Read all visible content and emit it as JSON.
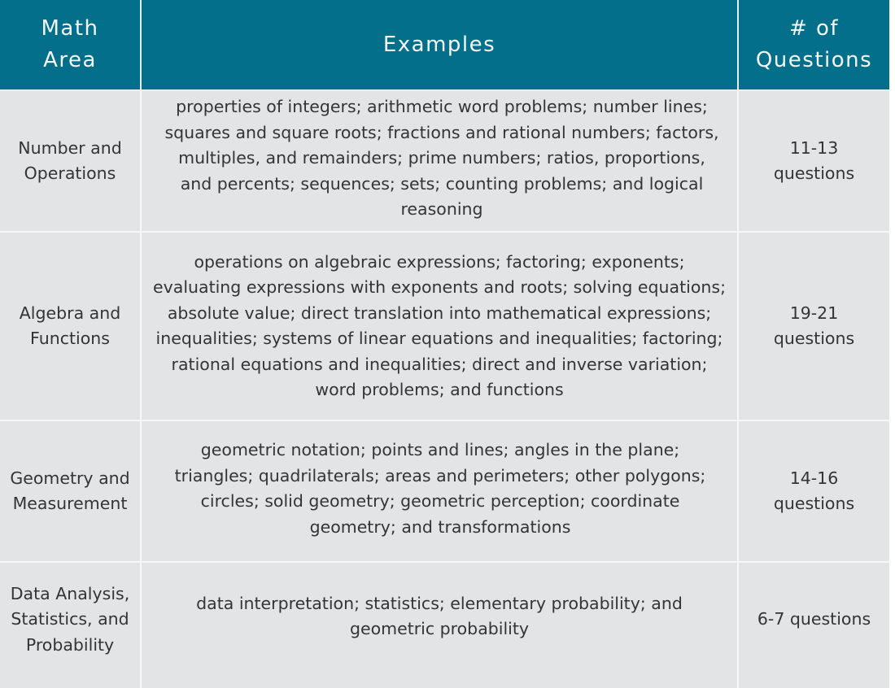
{
  "table": {
    "headers": {
      "area": "Math Area",
      "examples": "Examples",
      "questions": "# of Questions"
    },
    "rows": [
      {
        "area": "Number and Operations",
        "examples": "properties of integers; arithmetic word problems; number lines; squares and square roots; fractions and rational numbers; factors, multiples, and remainders; prime numbers; ratios, proportions, and percents; sequences; sets; counting problems; and logical reasoning",
        "questions": "11-13 questions"
      },
      {
        "area": "Algebra and Functions",
        "examples": "operations on algebraic expressions; factoring; exponents; evaluating expressions with exponents and roots; solving equations; absolute value; direct translation into mathematical expressions; inequalities; systems of linear equations and inequalities; factoring; rational equations and inequalities; direct and inverse variation; word problems; and functions",
        "questions": "19-21 questions"
      },
      {
        "area": "Geometry and Measurement",
        "examples": "geometric notation; points and lines; angles in the plane; triangles; quadrilaterals; areas and perimeters; other polygons; circles; solid geometry; geometric perception; coordinate geometry; and transformations",
        "questions": "14-16 questions"
      },
      {
        "area": "Data Analysis, Statistics, and Probability",
        "examples": "data interpretation; statistics; elementary probability; and geometric probability",
        "questions": "6-7 questions"
      }
    ]
  },
  "colors": {
    "header_bg": "#046f8a",
    "header_text": "#f4f8fa",
    "cell_bg": "#e3e4e6",
    "cell_text": "#343434",
    "grid_line": "#f7f7f8"
  }
}
